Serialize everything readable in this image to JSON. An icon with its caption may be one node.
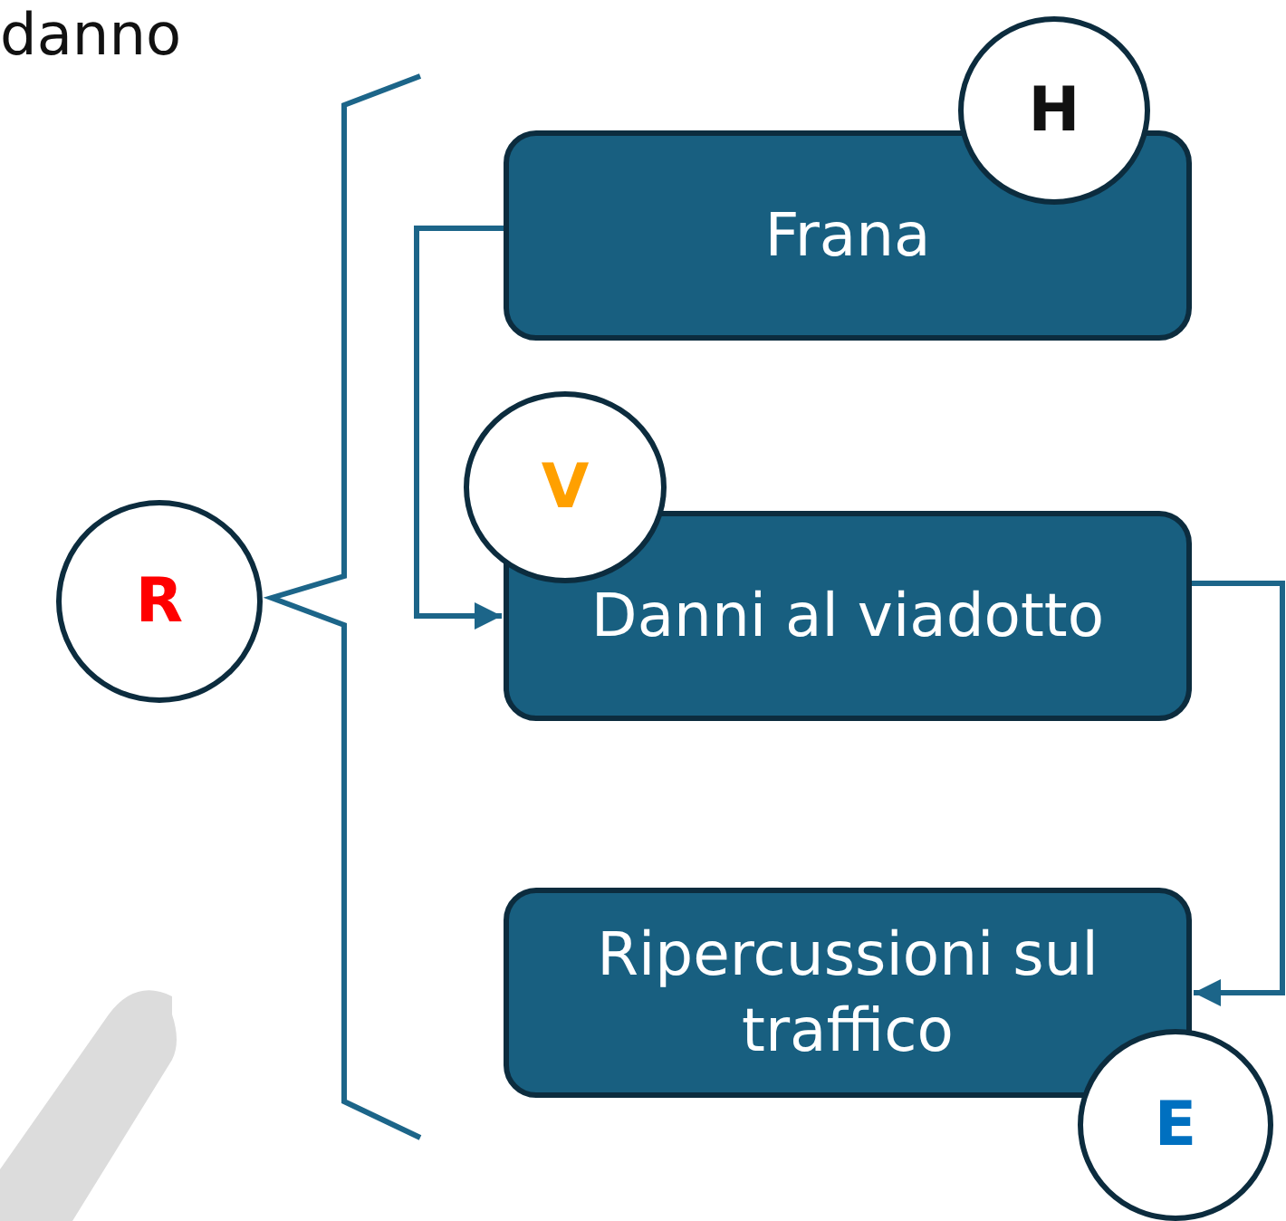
{
  "diagram": {
    "nodes": [
      {
        "text": [
          "R"
        ]
      },
      {
        "text": [
          "Frana"
        ]
      },
      {
        "text": [
          "H"
        ]
      },
      {
        "text": [
          "Danni al viadotto"
        ]
      },
      {
        "text": [
          "V"
        ]
      },
      {
        "text": [
          "Ripercussioni sul traffico"
        ]
      },
      {
        "text": [
          "E"
        ]
      }
    ],
    "edges": [
      {
        "from": 1,
        "to": 3,
        "arrow": "to"
      },
      {
        "from": 3,
        "to": 5,
        "arrow": "to"
      }
    ],
    "labels": [
      "danno"
    ]
  }
}
